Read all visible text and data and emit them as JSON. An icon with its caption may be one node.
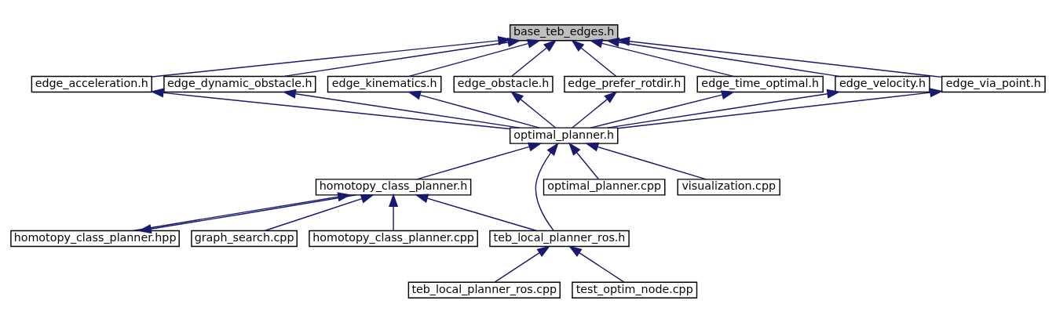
{
  "diagram": {
    "nodes": [
      {
        "text": [
          "base_teb_edges.h"
        ]
      },
      {
        "text": [
          "edge_acceleration.h"
        ]
      },
      {
        "text": [
          "edge_dynamic_obstacle.h"
        ]
      },
      {
        "text": [
          "edge_kinematics.h"
        ]
      },
      {
        "text": [
          "edge_obstacle.h"
        ]
      },
      {
        "text": [
          "edge_prefer_rotdir.h"
        ]
      },
      {
        "text": [
          "edge_time_optimal.h"
        ]
      },
      {
        "text": [
          "edge_velocity.h"
        ]
      },
      {
        "text": [
          "edge_via_point.h"
        ]
      },
      {
        "text": [
          "optimal_planner.h"
        ]
      },
      {
        "text": [
          "homotopy_class_planner.h"
        ]
      },
      {
        "text": [
          "optimal_planner.cpp"
        ]
      },
      {
        "text": [
          "visualization.cpp"
        ]
      },
      {
        "text": [
          "homotopy_class_planner.hpp"
        ]
      },
      {
        "text": [
          "graph_search.cpp"
        ]
      },
      {
        "text": [
          "homotopy_class_planner.cpp"
        ]
      },
      {
        "text": [
          "teb_local_planner_ros.h"
        ]
      },
      {
        "text": [
          "teb_local_planner_ros.cpp"
        ]
      },
      {
        "text": [
          "test_optim_node.cpp"
        ]
      }
    ],
    "edges": [
      {
        "from": 1,
        "to": 0,
        "arrow": "to"
      },
      {
        "from": 2,
        "to": 0,
        "arrow": "to"
      },
      {
        "from": 3,
        "to": 0,
        "arrow": "to"
      },
      {
        "from": 4,
        "to": 0,
        "arrow": "to"
      },
      {
        "from": 5,
        "to": 0,
        "arrow": "to"
      },
      {
        "from": 6,
        "to": 0,
        "arrow": "to"
      },
      {
        "from": 7,
        "to": 0,
        "arrow": "to"
      },
      {
        "from": 8,
        "to": 0,
        "arrow": "to"
      },
      {
        "from": 9,
        "to": 1,
        "arrow": "to"
      },
      {
        "from": 9,
        "to": 2,
        "arrow": "to"
      },
      {
        "from": 9,
        "to": 3,
        "arrow": "to"
      },
      {
        "from": 9,
        "to": 4,
        "arrow": "to"
      },
      {
        "from": 9,
        "to": 5,
        "arrow": "to"
      },
      {
        "from": 9,
        "to": 6,
        "arrow": "to"
      },
      {
        "from": 9,
        "to": 7,
        "arrow": "to"
      },
      {
        "from": 9,
        "to": 8,
        "arrow": "to"
      },
      {
        "from": 10,
        "to": 9,
        "arrow": "to"
      },
      {
        "from": 16,
        "to": 9,
        "arrow": "to"
      },
      {
        "from": 11,
        "to": 9,
        "arrow": "to"
      },
      {
        "from": 12,
        "to": 9,
        "arrow": "to"
      },
      {
        "from": 13,
        "to": 10,
        "arrow": "to"
      },
      {
        "from": 10,
        "to": 13,
        "arrow": "to"
      },
      {
        "from": 14,
        "to": 10,
        "arrow": "to"
      },
      {
        "from": 15,
        "to": 10,
        "arrow": "to"
      },
      {
        "from": 16,
        "to": 10,
        "arrow": "to"
      },
      {
        "from": 17,
        "to": 16,
        "arrow": "to"
      },
      {
        "from": 18,
        "to": 16,
        "arrow": "to"
      }
    ]
  }
}
